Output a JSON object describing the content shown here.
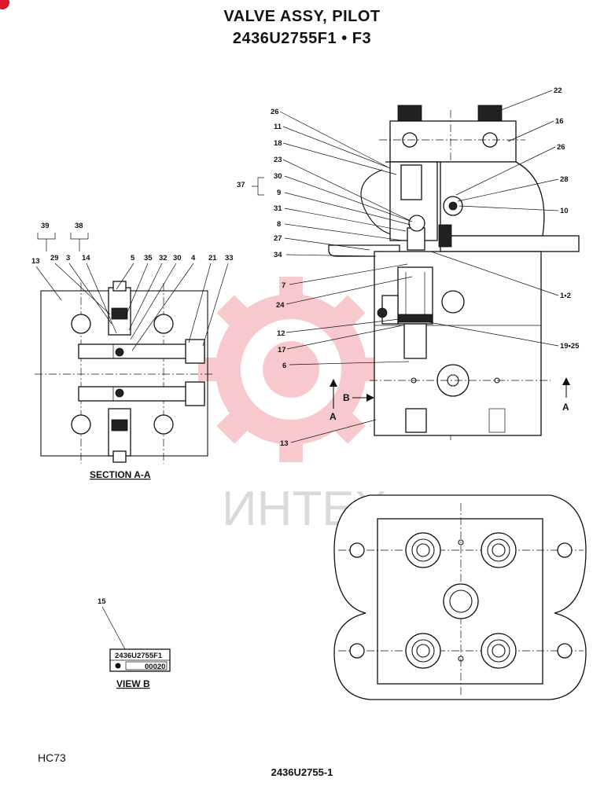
{
  "header": {
    "title_line1": "VALVE ASSY, PILOT",
    "title_line2": "2436U2755F1 • F3"
  },
  "section_label": "SECTION  A-A",
  "view_label": "VIEW  B",
  "nameplate": {
    "part_number": "2436U2755F1",
    "serial": "00020"
  },
  "section_markers": {
    "a": "A",
    "b": "B"
  },
  "watermark": "ИНТЕХ",
  "footer": {
    "left_code": "HC73",
    "drawing_number": "2436U2755-1"
  },
  "colors": {
    "line": "#111111",
    "watermark_red": "#e8404a",
    "watermark_gray": "#bdbdbd"
  },
  "callouts_section": {
    "39": "39",
    "38": "38",
    "13": "13",
    "29": "29",
    "3": "3",
    "14": "14",
    "5": "5",
    "35": "35",
    "32": "32",
    "30": "30",
    "4": "4",
    "21": "21",
    "33": "33"
  },
  "callouts_main": {
    "26a": "26",
    "11": "11",
    "18": "18",
    "23": "23",
    "37": "37",
    "30": "30",
    "9": "9",
    "31": "31",
    "8": "8",
    "27": "27",
    "34": "34",
    "7": "7",
    "24": "24",
    "12": "12",
    "17": "17",
    "6": "6",
    "13": "13",
    "22": "22",
    "16": "16",
    "26b": "26",
    "28": "28",
    "10": "10",
    "1_2": "1•2",
    "19_25": "19•25"
  },
  "callouts_view": {
    "15": "15"
  }
}
